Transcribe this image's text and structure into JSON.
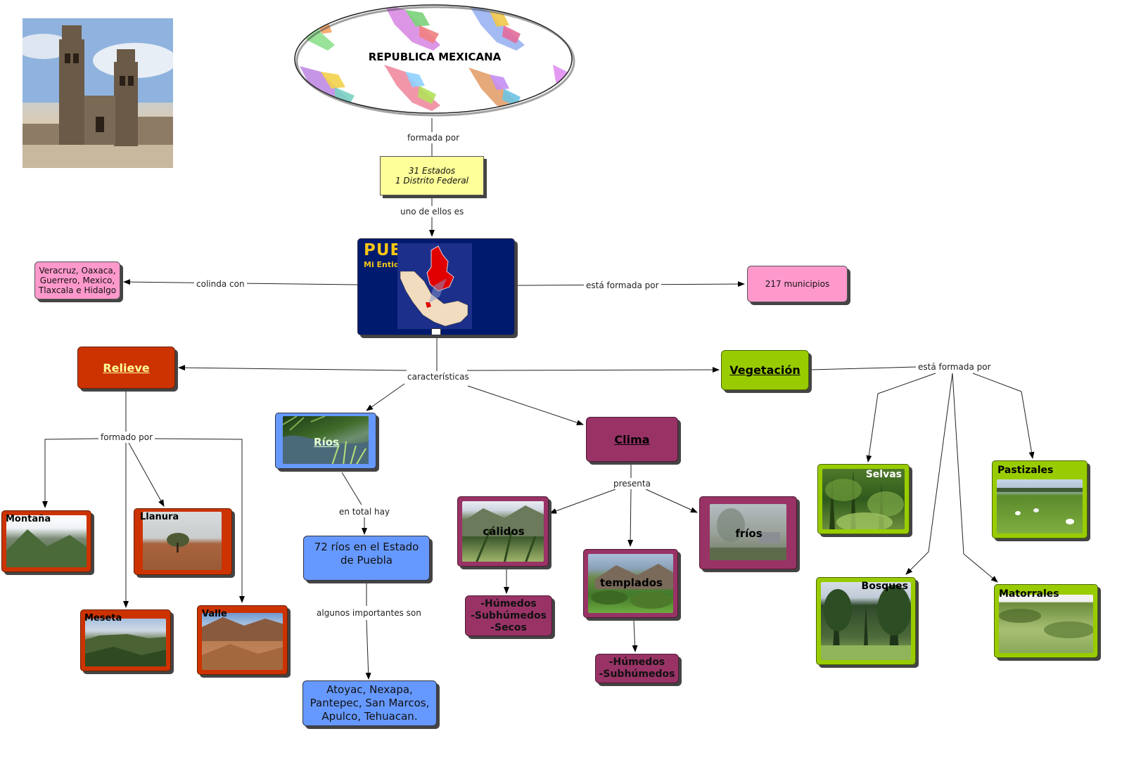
{
  "title_node": {
    "label": "REPUBLICA MEXICANA"
  },
  "states_node": {
    "line1": "31 Estados",
    "line2": "1 Distrito Federal"
  },
  "puebla_node": {
    "title": "PUEBLA",
    "subtitle": "Mi Entidad"
  },
  "neighbors_node": {
    "line1": "Veracruz, Oaxaca,",
    "line2": "Guerrero, Mexico,",
    "line3": "Tlaxcala e Hidalgo"
  },
  "municipios_node": {
    "label": "217 municipios"
  },
  "relieve_node": {
    "label": "Relieve"
  },
  "vegetacion_node": {
    "label": "Vegetación"
  },
  "rios_node": {
    "label": "Ríos"
  },
  "clima_node": {
    "label": "Clima"
  },
  "rios_total_node": {
    "line1": "72 ríos en el  Estado",
    "line2": "de Puebla"
  },
  "rios_list_node": {
    "line1": "Atoyac, Nexapa,",
    "line2": "Pantepec, San Marcos,",
    "line3": "Apulco, Tehuacan."
  },
  "relieve_types": {
    "montana": "Montaña",
    "llanura": "Llanura",
    "meseta": "Meseta",
    "valle": "Valle"
  },
  "vegetation_types": {
    "selvas": "Selvas",
    "pastizales": "Pastizales",
    "bosques": "Bosques",
    "matorrales": "Matorrales"
  },
  "climate_types": {
    "calidos": "cálidos",
    "templados": "templados",
    "frios": "fríos"
  },
  "calidos_sub": {
    "line1": "-Húmedos",
    "line2": "-Subhúmedos",
    "line3": "-Secos"
  },
  "templados_sub": {
    "line1": "-Húmedos",
    "line2": "-Subhúmedos"
  },
  "links": {
    "formada_por": "formada por",
    "uno_de_ellos": "uno de ellos  es",
    "colinda_con": "colinda con",
    "esta_formada_por_1": "está formada por",
    "caracteristicas": "características",
    "esta_formada_por_2": "está formada por",
    "formado_por": "formado por",
    "en_total_hay": "en total hay",
    "algunos_importantes": "algunos importantes son",
    "presenta": "presenta"
  },
  "colors": {
    "relieve": "#cc3300",
    "vegetacion": "#99cc00",
    "rios": "#6699ff",
    "clima": "#993366",
    "puebla_bg": "#001a6e",
    "states": "#ffff99",
    "pink": "#ff99cc"
  },
  "icons": {
    "cathedral_photo": "cathedral-photo",
    "resource_icon": "document-icon"
  }
}
